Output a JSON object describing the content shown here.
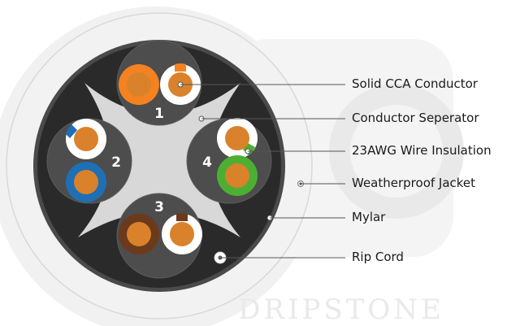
{
  "watermark": {
    "brand": "DRIPSTONE"
  },
  "pairs": [
    {
      "number": "1",
      "colors": {
        "solid": "#f58220",
        "stripe_base": "#ffffff",
        "stripe": "#f58220"
      }
    },
    {
      "number": "2",
      "colors": {
        "solid": "#1f6fb5",
        "stripe_base": "#ffffff",
        "stripe": "#1f6fb5"
      }
    },
    {
      "number": "3",
      "colors": {
        "solid": "#6b3a1c",
        "stripe_base": "#ffffff",
        "stripe": "#6b3a1c"
      }
    },
    {
      "number": "4",
      "colors": {
        "solid": "#4caf32",
        "stripe_base": "#ffffff",
        "stripe": "#4caf32"
      }
    }
  ],
  "labels": [
    {
      "text": "Solid CCA Conductor"
    },
    {
      "text": "Conductor Seperator"
    },
    {
      "text": "23AWG Wire Insulation"
    },
    {
      "text": "Weatherproof Jacket"
    },
    {
      "text": "Mylar"
    },
    {
      "text": "Rip Cord"
    }
  ],
  "colors": {
    "jacket": "#f2f2f2",
    "jacket_outline": "#d9d9d9",
    "mylar": "#4a4a4a",
    "core": "#2a2a2a",
    "separator": "#d8d8d8",
    "pair_wrap": "#4d4d4d",
    "conductor": "#d9822b",
    "leader_line": "#555555"
  }
}
